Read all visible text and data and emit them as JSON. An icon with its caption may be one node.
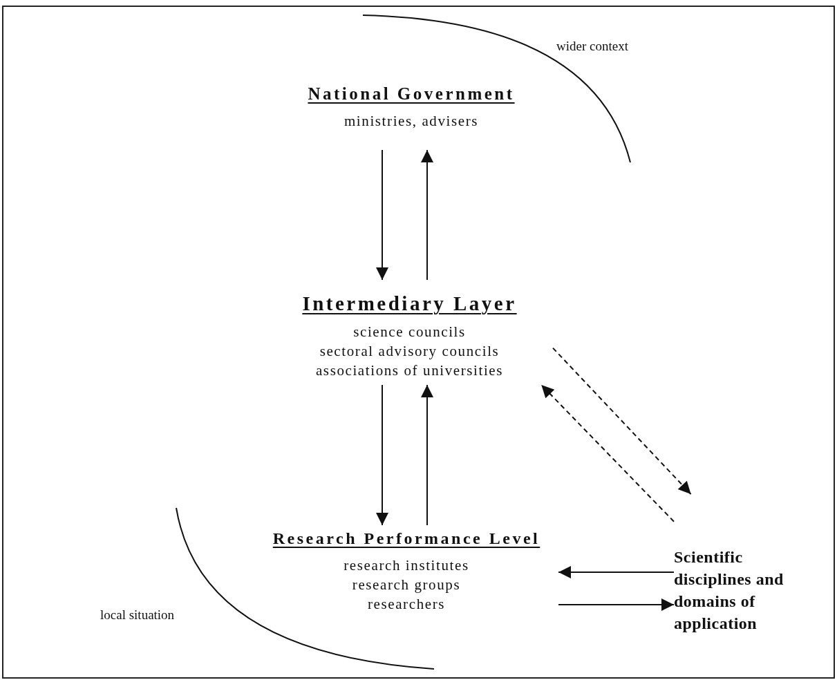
{
  "diagram": {
    "nodes": [
      {
        "text": [
          "National Government",
          "ministries, advisers"
        ]
      },
      {
        "text": [
          "Intermediary Layer",
          "science councils",
          "sectoral advisory councils",
          "associations of universities"
        ]
      },
      {
        "text": [
          "Research Performance Level",
          "research institutes",
          "research groups",
          "researchers"
        ]
      },
      {
        "text": [
          "Scientific disciplines and domains of application"
        ]
      }
    ],
    "edges": [
      {
        "from": 0,
        "to": 1,
        "arrow": "to"
      },
      {
        "from": 1,
        "to": 0,
        "arrow": "to"
      },
      {
        "from": 1,
        "to": 2,
        "arrow": "to"
      },
      {
        "from": 2,
        "to": 1,
        "arrow": "to"
      },
      {
        "from": 1,
        "to": 3,
        "arrow": "to",
        "style": "dashed"
      },
      {
        "from": 3,
        "to": 1,
        "arrow": "to",
        "style": "dashed"
      },
      {
        "from": 3,
        "to": 2,
        "arrow": "to"
      },
      {
        "from": 2,
        "to": 3,
        "arrow": "to"
      }
    ],
    "labels": [
      "wider context",
      "local situation"
    ]
  }
}
